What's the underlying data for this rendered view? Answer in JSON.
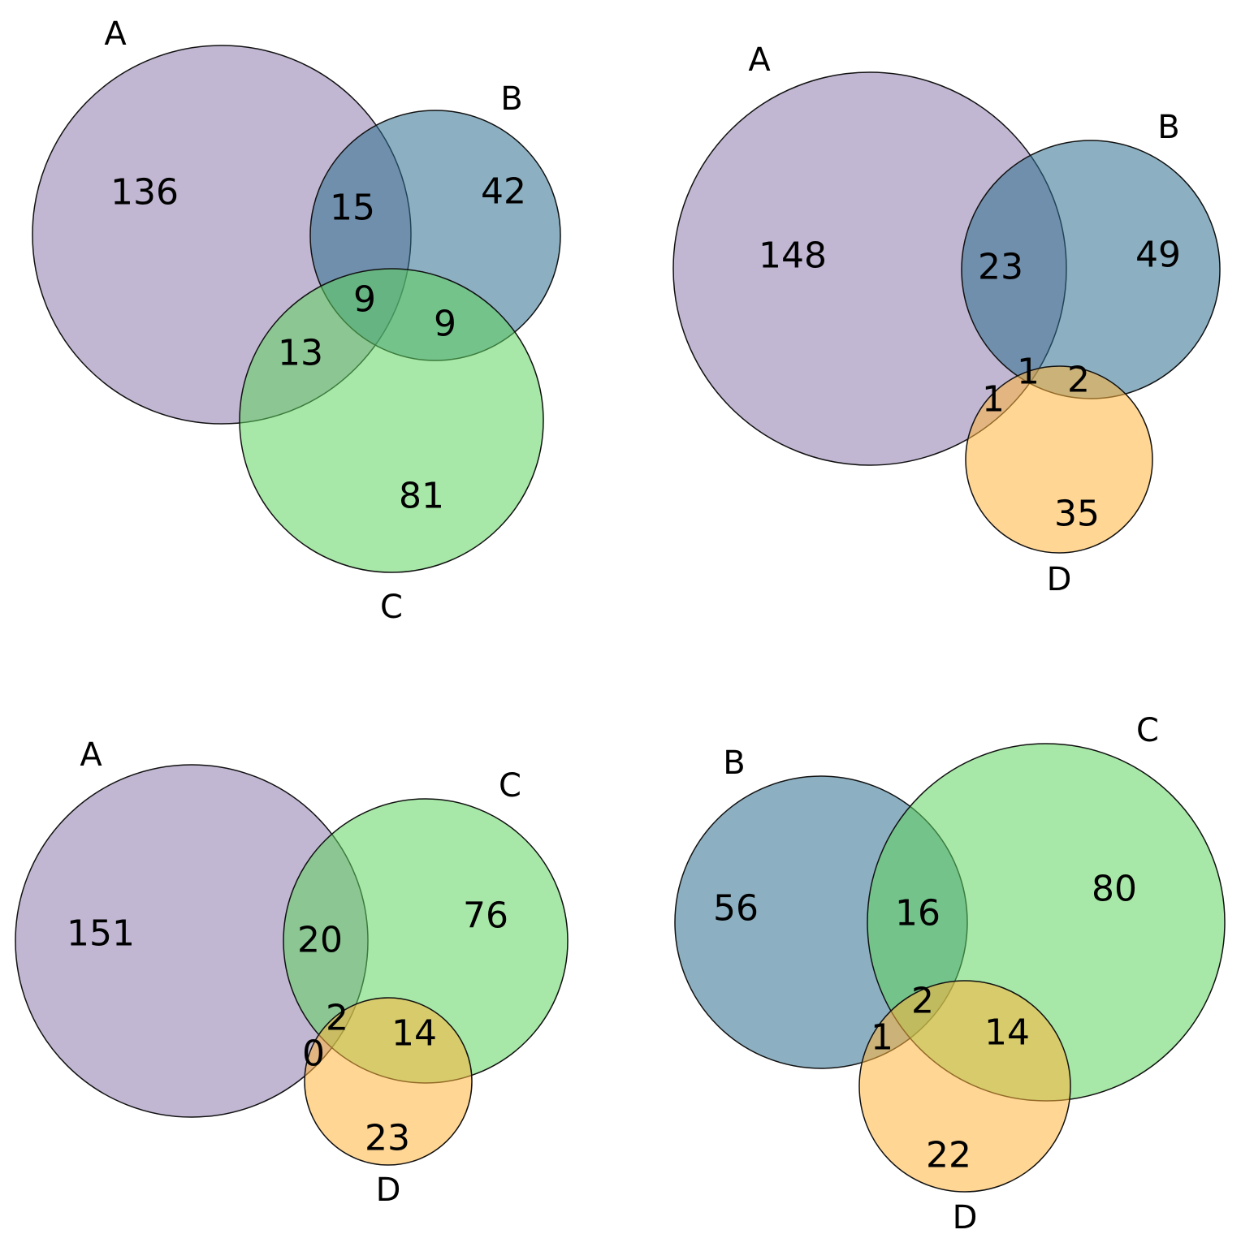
{
  "colors": {
    "A": "#8e7bad",
    "B": "#2e6f8e",
    "C": "#5fd35f",
    "D": "#ffb43c"
  },
  "diagrams": [
    {
      "id": "abc",
      "sets": [
        "A",
        "B",
        "C"
      ],
      "regions": [
        {
          "key": "A",
          "value": "136"
        },
        {
          "key": "AB",
          "value": "15"
        },
        {
          "key": "B",
          "value": "42"
        },
        {
          "key": "ABC",
          "value": "9"
        },
        {
          "key": "BC",
          "value": "9"
        },
        {
          "key": "AC",
          "value": "13"
        },
        {
          "key": "C",
          "value": "81"
        }
      ]
    },
    {
      "id": "abd",
      "sets": [
        "A",
        "B",
        "D"
      ],
      "regions": [
        {
          "key": "A",
          "value": "148"
        },
        {
          "key": "AB",
          "value": "23"
        },
        {
          "key": "B",
          "value": "49"
        },
        {
          "key": "ABD",
          "value": "1"
        },
        {
          "key": "BD",
          "value": "2"
        },
        {
          "key": "AD",
          "value": "1"
        },
        {
          "key": "D",
          "value": "35"
        }
      ]
    },
    {
      "id": "acd",
      "sets": [
        "A",
        "C",
        "D"
      ],
      "regions": [
        {
          "key": "A",
          "value": "151"
        },
        {
          "key": "AC",
          "value": "20"
        },
        {
          "key": "C",
          "value": "76"
        },
        {
          "key": "ACD",
          "value": "2"
        },
        {
          "key": "AD",
          "value": "0"
        },
        {
          "key": "CD",
          "value": "14"
        },
        {
          "key": "D",
          "value": "23"
        }
      ]
    },
    {
      "id": "bcd",
      "sets": [
        "B",
        "C",
        "D"
      ],
      "regions": [
        {
          "key": "B",
          "value": "56"
        },
        {
          "key": "BC",
          "value": "16"
        },
        {
          "key": "C",
          "value": "80"
        },
        {
          "key": "BCD",
          "value": "2"
        },
        {
          "key": "BD",
          "value": "1"
        },
        {
          "key": "CD",
          "value": "14"
        },
        {
          "key": "D",
          "value": "22"
        }
      ]
    }
  ]
}
